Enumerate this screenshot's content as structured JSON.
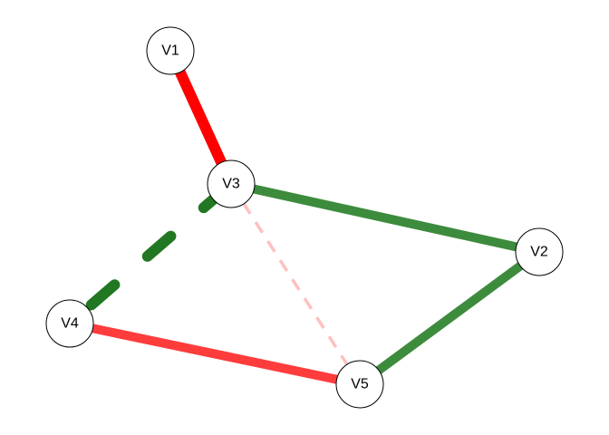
{
  "nodes": [
    {
      "id": "V1",
      "label": "V1"
    },
    {
      "id": "V2",
      "label": "V2"
    },
    {
      "id": "V3",
      "label": "V3"
    },
    {
      "id": "V4",
      "label": "V4"
    },
    {
      "id": "V5",
      "label": "V5"
    }
  ],
  "edges": [
    {
      "from": "V1",
      "to": "V3",
      "color": "#ff0000",
      "style": "solid"
    },
    {
      "from": "V3",
      "to": "V2",
      "color": "#3d8b3d",
      "style": "solid"
    },
    {
      "from": "V3",
      "to": "V4",
      "color": "#227722",
      "style": "dashed"
    },
    {
      "from": "V3",
      "to": "V5",
      "color": "#ffc0c0",
      "style": "dashed"
    },
    {
      "from": "V4",
      "to": "V5",
      "color": "#ff3c3c",
      "style": "solid"
    },
    {
      "from": "V5",
      "to": "V2",
      "color": "#3d8b3d",
      "style": "solid"
    }
  ]
}
